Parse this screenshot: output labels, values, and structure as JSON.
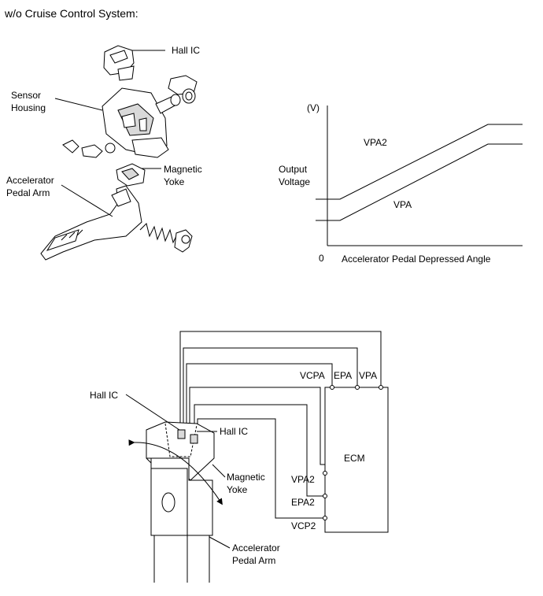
{
  "header": {
    "title": "w/o Cruise Control System:"
  },
  "exploded_view": {
    "labels": {
      "hall_ic": "Hall IC",
      "sensor_housing_1": "Sensor",
      "sensor_housing_2": "Housing",
      "magnetic_yoke_1": "Magnetic",
      "magnetic_yoke_2": "Yoke",
      "pedal_arm_1": "Accelerator",
      "pedal_arm_2": "Pedal Arm"
    }
  },
  "graph": {
    "unit_label": "(V)",
    "y_label_1": "Output",
    "y_label_2": "Voltage",
    "origin_label": "0",
    "x_label": "Accelerator Pedal Depressed Angle",
    "line_labels": {
      "vpa2": "VPA2",
      "vpa": "VPA"
    }
  },
  "circuit": {
    "ecm_label": "ECM",
    "terminals": {
      "vcpa": "VCPA",
      "epa": "EPA",
      "vpa": "VPA",
      "vpa2": "VPA2",
      "epa2": "EPA2",
      "vcp2": "VCP2"
    },
    "labels": {
      "hall_ic_left": "Hall IC",
      "hall_ic_right": "Hall IC",
      "magnetic_yoke_1": "Magnetic",
      "magnetic_yoke_2": "Yoke",
      "pedal_arm_1": "Accelerator",
      "pedal_arm_2": "Pedal Arm"
    }
  }
}
